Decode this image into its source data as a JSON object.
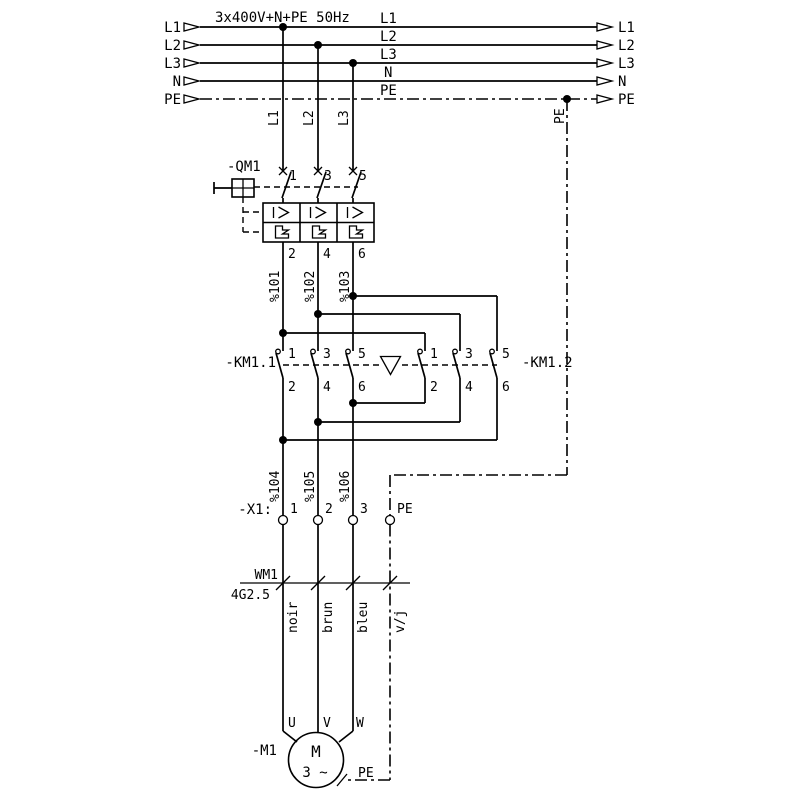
{
  "supply": {
    "title": "3x400V+N+PE 50Hz",
    "left_labels": [
      "L1",
      "L2",
      "L3",
      "N",
      "PE"
    ],
    "mid_labels": [
      "L1",
      "L2",
      "L3",
      "N",
      "PE"
    ],
    "right_labels": [
      "L1",
      "L2",
      "L3",
      "N",
      "PE"
    ],
    "drop_labels": [
      "L1",
      "L2",
      "L3"
    ],
    "pe_drop_label": "PE"
  },
  "breaker": {
    "ref": "-QM1",
    "top_terminals": [
      "1",
      "3",
      "5"
    ],
    "bottom_terminals": [
      "2",
      "4",
      "6"
    ],
    "wire_labels": [
      "%101",
      "%102",
      "%103"
    ]
  },
  "contactors": {
    "km11_ref": "-KM1.1",
    "km12_ref": "-KM1.2",
    "top_terminals": [
      "1",
      "3",
      "5"
    ],
    "bottom_terminals": [
      "2",
      "4",
      "6"
    ],
    "wire_labels": [
      "%104",
      "%105",
      "%106"
    ]
  },
  "terminal_block": {
    "ref": "-X1:",
    "terminals": [
      "1",
      "2",
      "3"
    ],
    "pe_terminal": "PE"
  },
  "cable": {
    "ref": "WM1",
    "spec": "4G2.5",
    "cores": [
      "noir",
      "brun",
      "bleu",
      "v/j"
    ]
  },
  "motor": {
    "ref": "-M1",
    "symbol_letter": "M",
    "symbol_phases": "3 ~",
    "terminals": [
      "U",
      "V",
      "W"
    ],
    "pe_label": "PE"
  }
}
